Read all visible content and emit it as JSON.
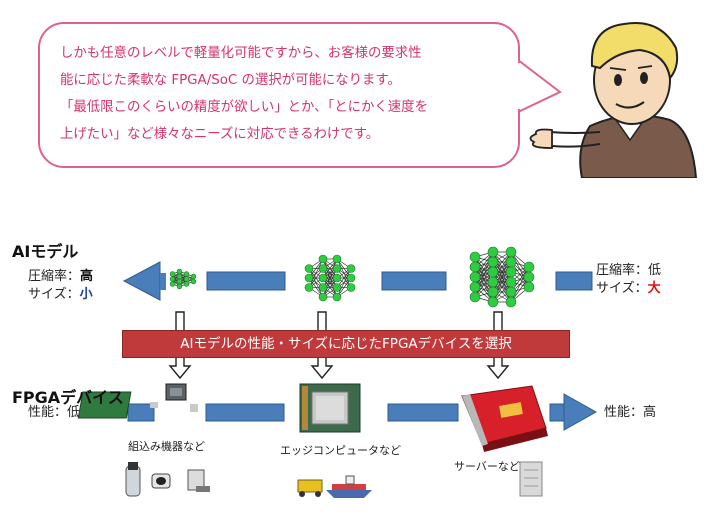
{
  "speech": {
    "lines": [
      "しかも任意のレベルで軽量化可能ですから、お客様の要求性",
      "能に応じた柔軟な FPGA/SoC の選択が可能になります。",
      "「最低限このくらいの精度が欲しい」とか、「とにかく速度を",
      "上げたい」など様々なニーズに対応できるわけです。"
    ]
  },
  "ai_section": {
    "title": "AIモデル",
    "left": {
      "ratio": "圧縮率：",
      "ratio_value": "高",
      "size": "サイズ：",
      "size_value": "小"
    },
    "right": {
      "ratio": "圧縮率：低",
      "size": "サイズ：",
      "size_value": "大"
    }
  },
  "banner": "AIモデルの性能・サイズに応じたFPGAデバイスを選択",
  "fpga_section": {
    "title": "FPGAデバイス",
    "left_perf": "性能：低",
    "right_perf": "性能：高",
    "captions": [
      "組込み機器など",
      "エッジコンピュータなど",
      "サーバーなど"
    ]
  },
  "colors": {
    "bubble_border": "#e0608f",
    "bubble_text": "#d6336e",
    "arrow_blue": "#4a7ebb",
    "banner_red": "#c0393b",
    "node_green": "#2ecc40",
    "value_high": "#111111",
    "value_small": "#1a3ea8",
    "value_large": "#e01010"
  }
}
